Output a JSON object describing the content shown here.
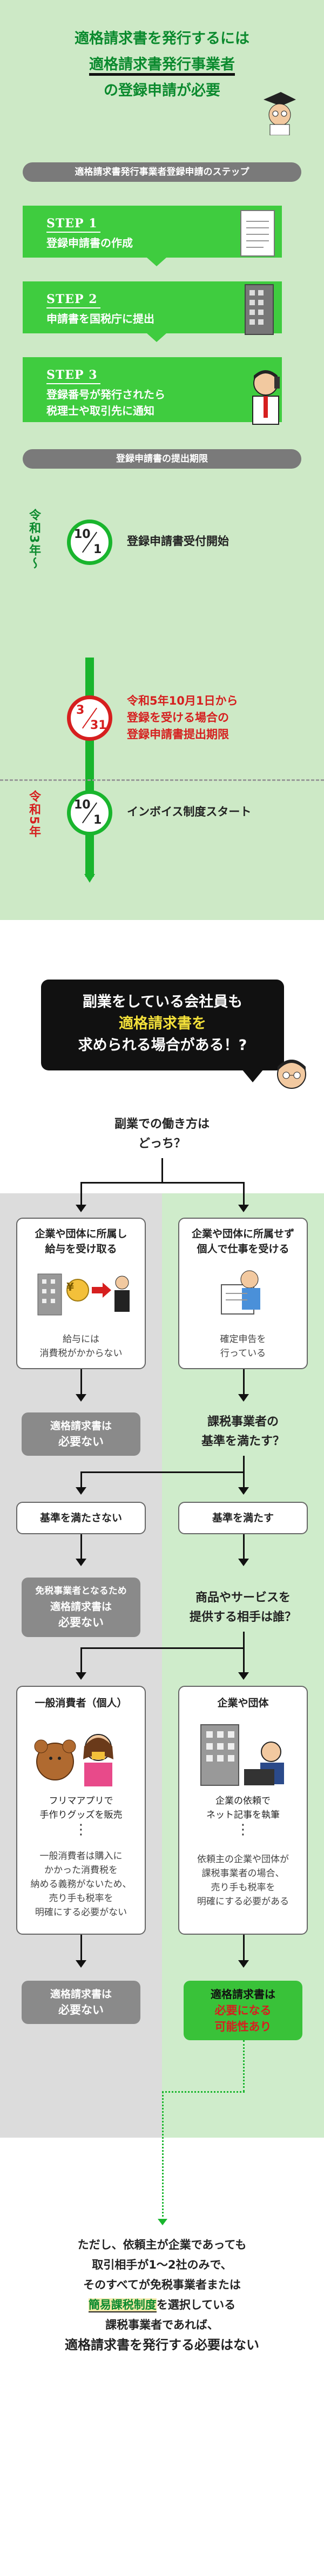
{
  "intro": {
    "line1": "適格請求書を発行するには",
    "line2": "適格請求書発行事業者",
    "line3": "の登録申請が必要"
  },
  "steps_heading": "適格請求書発行事業者登録申請のステップ",
  "steps": [
    {
      "label": "STEP 1",
      "line1": "登録申請書の作成",
      "line2": ""
    },
    {
      "label": "STEP 2",
      "line1": "申請書を国税庁に提出",
      "line2": ""
    },
    {
      "label": "STEP 3",
      "line1": "登録番号が発行されたら",
      "line2": "税理士や取引先に通知"
    }
  ],
  "deadline_heading": "登録申請書の提出期限",
  "timeline": {
    "era1": "令和3年〜",
    "era2": "令和5年",
    "items": [
      {
        "month": "10",
        "day": "1",
        "line1": "登録申請書受付開始",
        "line2": "",
        "line3": ""
      },
      {
        "month": "3",
        "day": "31",
        "line1": "令和5年10月1日から",
        "line2": "登録を受ける場合の",
        "line3": "登録申請書提出期限"
      },
      {
        "month": "10",
        "day": "1",
        "line1": "インボイス制度スタート",
        "line2": "",
        "line3": ""
      }
    ]
  },
  "bubble": {
    "line1": "副業をしている会社員も",
    "line2": "適格請求書を",
    "line3": "求められる場合がある！?"
  },
  "question1": {
    "line1": "副業での働き方は",
    "line2": "どっち？"
  },
  "left_card": {
    "h1": "企業や団体に所属し",
    "h2": "給与を受け取る",
    "s1": "給与には",
    "s2": "消費税がかからない",
    "coin": "¥"
  },
  "right_card": {
    "h1": "企業や団体に所属せず",
    "h2": "個人で仕事を受ける",
    "s1": "確定申告を",
    "s2": "行っている"
  },
  "left_result1": {
    "line1": "適格請求書は",
    "line2": "必要ない"
  },
  "question2": {
    "line1": "課税事業者の",
    "line2": "基準を満たす？"
  },
  "not_meet": "基準を満たさない",
  "meet": "基準を満たす",
  "exempt": {
    "line1": "免税事業者となるため",
    "line2": "適格請求書は",
    "line3": "必要ない"
  },
  "question3": {
    "line1": "商品やサービスを",
    "line2": "提供する相手は誰？"
  },
  "consumer_card": {
    "title": "一般消費者（個人）",
    "ex1": "フリマアプリで",
    "ex2": "手作りグッズを販売",
    "d1": "一般消費者は購入に",
    "d2": "かかった消費税を",
    "d3": "納める義務がないため、",
    "d4": "売り手も税率を",
    "d5": "明確にする必要がない"
  },
  "corp_card": {
    "title": "企業や団体",
    "ex1": "企業の依頼で",
    "ex2": "ネット記事を執筆",
    "d1": "依頼主の企業や団体が",
    "d2": "課税事業者の場合、",
    "d3": "売り手も税率を",
    "d4": "明確にする必要がある"
  },
  "final_left": {
    "line1": "適格請求書は",
    "line2": "必要ない"
  },
  "final_right": {
    "line1": "適格請求書は",
    "line2": "必要になる",
    "line3": "可能性あり"
  },
  "bottom": {
    "l1": "ただし、依頼主が企業であっても",
    "l2": "取引相手が1〜2社のみで、",
    "l3": "そのすべてが免税事業者または",
    "l4a": "簡易課税制度",
    "l4b": "を選択している",
    "l5": "課税事業者であれば、",
    "l6": "適格請求書を発行する必要はない"
  },
  "colors": {
    "green": "#3fcc3f",
    "dark_green": "#0b8a2e",
    "red": "#d61f1f",
    "bg_green": "#cde9c6"
  }
}
